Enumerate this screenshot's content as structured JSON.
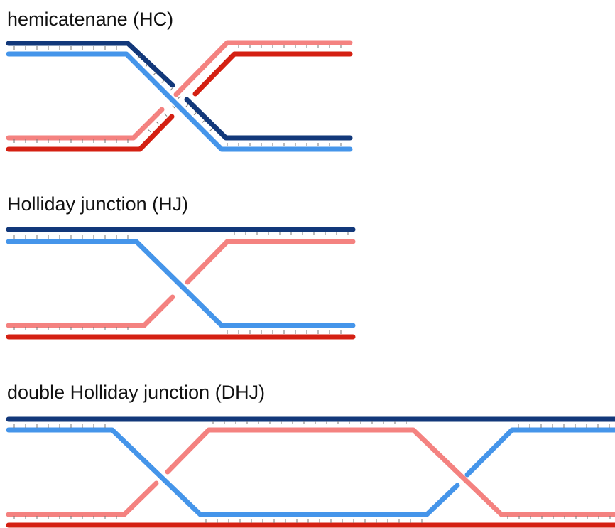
{
  "colors": {
    "dark_blue": "#12387a",
    "light_blue": "#4595ea",
    "dark_red": "#d42012",
    "light_red": "#f48280",
    "tick": "#777777"
  },
  "diagrams": [
    {
      "id": "hc",
      "title": "hemicatenane (HC)"
    },
    {
      "id": "hj",
      "title": "Holliday junction (HJ)"
    },
    {
      "id": "dhj",
      "title": "double Holliday junction (DHJ)"
    }
  ]
}
